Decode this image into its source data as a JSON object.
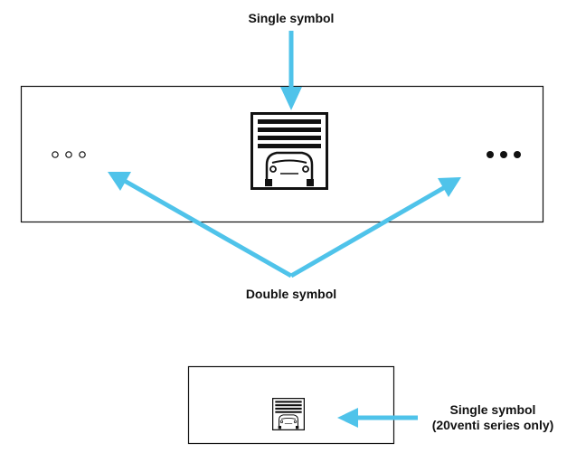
{
  "labels": {
    "single_symbol_top": "Single symbol",
    "double_symbol": "Double symbol",
    "single_symbol_bottom_line1": "Single symbol",
    "single_symbol_bottom_line2": "(20venti series only)"
  },
  "colors": {
    "arrow": "#4FC3EA",
    "line": "#111111",
    "background": "#FFFFFF"
  },
  "icons": {
    "garage_icon": "garage-car-icon",
    "dots_empty": "three-empty-dots-icon",
    "dots_filled": "three-filled-dots-icon"
  }
}
